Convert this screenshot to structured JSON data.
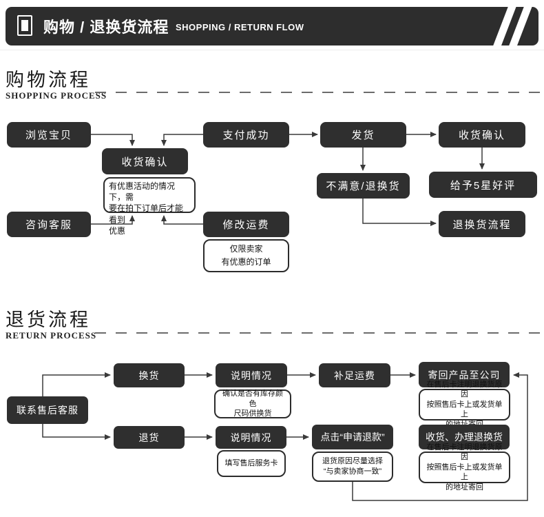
{
  "header": {
    "title_cn": "购物 / 退换货流程",
    "title_en": "SHOPPING / RETURN FLOW"
  },
  "sections": {
    "shopping": {
      "title_cn": "购物流程",
      "title_en": "SHOPPING PROCESS"
    },
    "return": {
      "title_cn": "退货流程",
      "title_en": "RETURN PROCESS"
    }
  },
  "colors": {
    "bar_bg": "#2d2d2d",
    "node_bg": "#2f2f2f",
    "wire": "#3a3a3a"
  },
  "shopping_flow": {
    "nodes": {
      "browse": "浏览宝贝",
      "pay": "支付成功",
      "ship": "发货",
      "confirm_receipt": "收货确认",
      "confirm_center": "收货确认",
      "unsatisfied": "不满意/退换货",
      "five_star": "给予5星好评",
      "contact_service": "咨询客服",
      "modify_fee": "修改运费",
      "return_flow": "退换货流程"
    },
    "notes": {
      "discount": "有优惠活动的情况下，需\n要在拍下订单后才能看到\n优惠",
      "seller_only": "仅限卖家\n有优惠的订单"
    }
  },
  "return_flow": {
    "nodes": {
      "contact_after_sales": "联系售后客服",
      "exchange": "换货",
      "explain_1": "说明情况",
      "pay_shipping": "补足运费",
      "send_back": "寄回产品至公司",
      "return_goods": "退货",
      "explain_2": "说明情况",
      "apply_refund": "点击“申请退款”",
      "receive_process": "收货、办理退换货"
    },
    "notes": {
      "stock_check": "确认是否有库存颜色\n尺码供换货",
      "send_back_note": "在售后卡注明退换货原因\n按照售后卡上或发货单上\n的地址寄回",
      "service_card": "填写售后服务卡",
      "refund_reason": "退货原因尽量选择\n“与卖家协商一致”",
      "receive_note": "在售后卡注明退换货原因\n按照售后卡上或发货单上\n的地址寄回"
    }
  }
}
